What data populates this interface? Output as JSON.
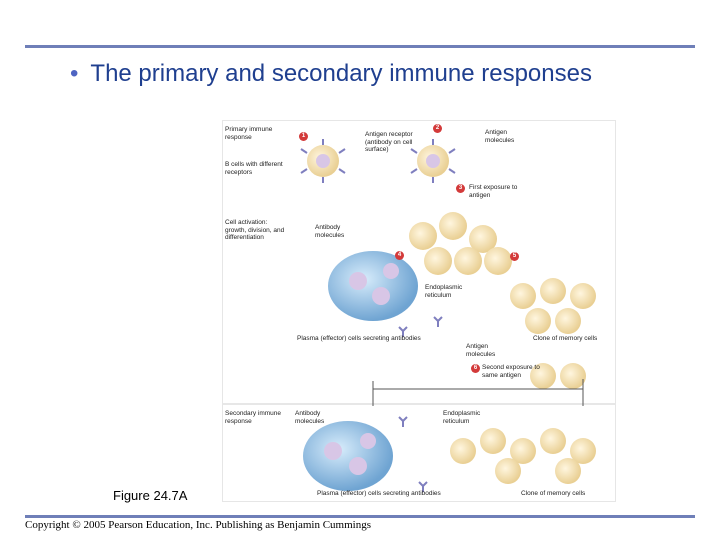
{
  "slide": {
    "bullet": "•",
    "title": "The primary and secondary immune responses"
  },
  "figure": {
    "primary_label": "Primary immune response",
    "b_cells_label": "B cells with different receptors",
    "cell_activation_label": "Cell activation: growth, division, and differentiation",
    "antigen_receptor_label": "Antigen receptor (antibody on cell surface)",
    "antigen_molecules_label": "Antigen molecules",
    "first_exposure_label": "First exposure to antigen",
    "antibody_molecules_label": "Antibody molecules",
    "er_label": "Endoplasmic reticulum",
    "plasma_cells_label": "Plasma (effector) cells secreting antibodies",
    "memory_cells_label": "Clone of memory cells",
    "antigen_molecules_label_2": "Antigen molecules",
    "second_exposure_label": "Second exposure to same antigen",
    "secondary_label": "Secondary immune response",
    "antibody_molecules_label_2": "Antibody molecules",
    "er_label_2": "Endoplasmic reticulum",
    "plasma_cells_label_2": "Plasma (effector) cells secreting antibodies",
    "memory_cells_label_2": "Clone of memory cells",
    "steps": [
      "1",
      "2",
      "3",
      "4",
      "5",
      "6"
    ]
  },
  "caption": "Figure 24.7A",
  "copyright": "Copyright © 2005 Pearson Education, Inc. Publishing as Benjamin Cummings",
  "colors": {
    "rule": "#6f7fb8",
    "title": "#1f3f8f",
    "step_badge": "#d33a3a",
    "b_cell": "#f3dfb0",
    "plasma_cell": "#9fc6e6",
    "nucleus": "#d8c6e6",
    "antibody": "#7f7fbf"
  }
}
